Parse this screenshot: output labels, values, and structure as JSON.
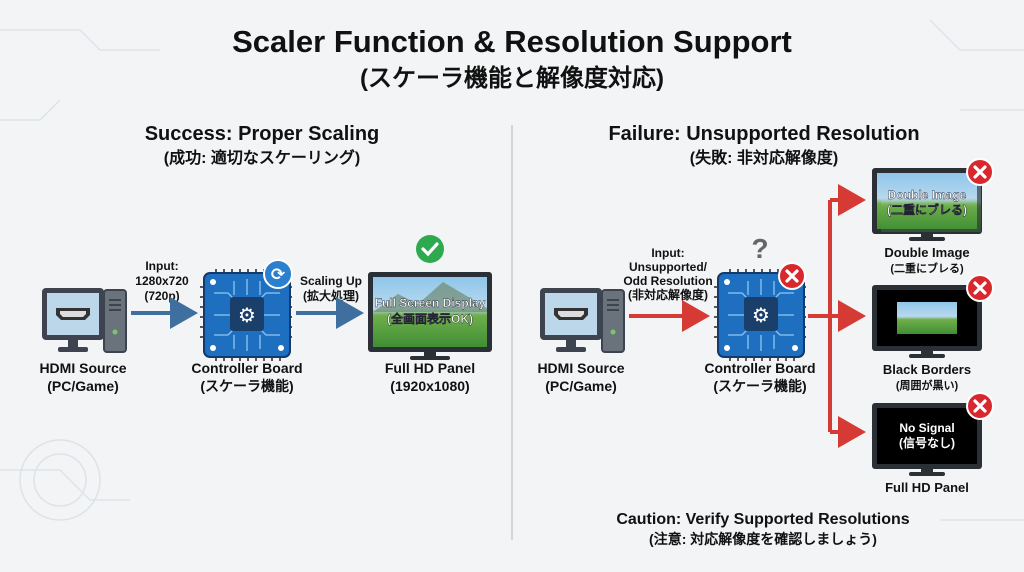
{
  "title": {
    "line1": "Scaler Function & Resolution Support",
    "line2": "(スケーラ機能と解像度対応)"
  },
  "success": {
    "heading": "Success: Proper Scaling",
    "subheading": "(成功: 適切なスケーリング)",
    "source": {
      "label": "HDMI Source",
      "sub": "(PC/Game)"
    },
    "input": {
      "line1": "Input:",
      "line2": "1280x720",
      "line3": "(720p)"
    },
    "board": {
      "label": "Controller Board",
      "sub": "(スケーラ機能)"
    },
    "scaling": {
      "line1": "Scaling Up",
      "line2": "(拡大処理)"
    },
    "panel": {
      "label": "Full HD Panel",
      "sub": "(1920x1080)",
      "screen1": "Full Screen Display",
      "screen2": "(全画面表示OK)"
    }
  },
  "failure": {
    "heading": "Failure: Unsupported Resolution",
    "subheading": "(失敗: 非対応解像度)",
    "source": {
      "label": "HDMI Source",
      "sub": "(PC/Game)"
    },
    "input": {
      "line1": "Input:",
      "line2": "Unsupported/",
      "line3": "Odd Resolution",
      "line4": "(非対応解像度)"
    },
    "board": {
      "label": "Controller Board",
      "sub": "(スケーラ機能)",
      "mark": "?"
    },
    "outcomes": [
      {
        "screen1": "Double Image",
        "screen2": "(二重にブレる)",
        "label": "Double Image",
        "sub": "(二重にブレる)"
      },
      {
        "label": "Black Borders",
        "sub": "(周囲が黒い)"
      },
      {
        "screen1": "No Signal",
        "screen2": "(信号なし)",
        "label": "Full HD Panel"
      }
    ],
    "caution": {
      "line1": "Caution: Verify Supported Resolutions",
      "line2": "(注意: 対応解像度を確認しましょう)"
    }
  },
  "colors": {
    "blue_arrow": "#3f6f9e",
    "red_arrow": "#d63a34",
    "board": "#1f6fc0",
    "check": "#2ea94f",
    "cross": "#d8282e"
  }
}
